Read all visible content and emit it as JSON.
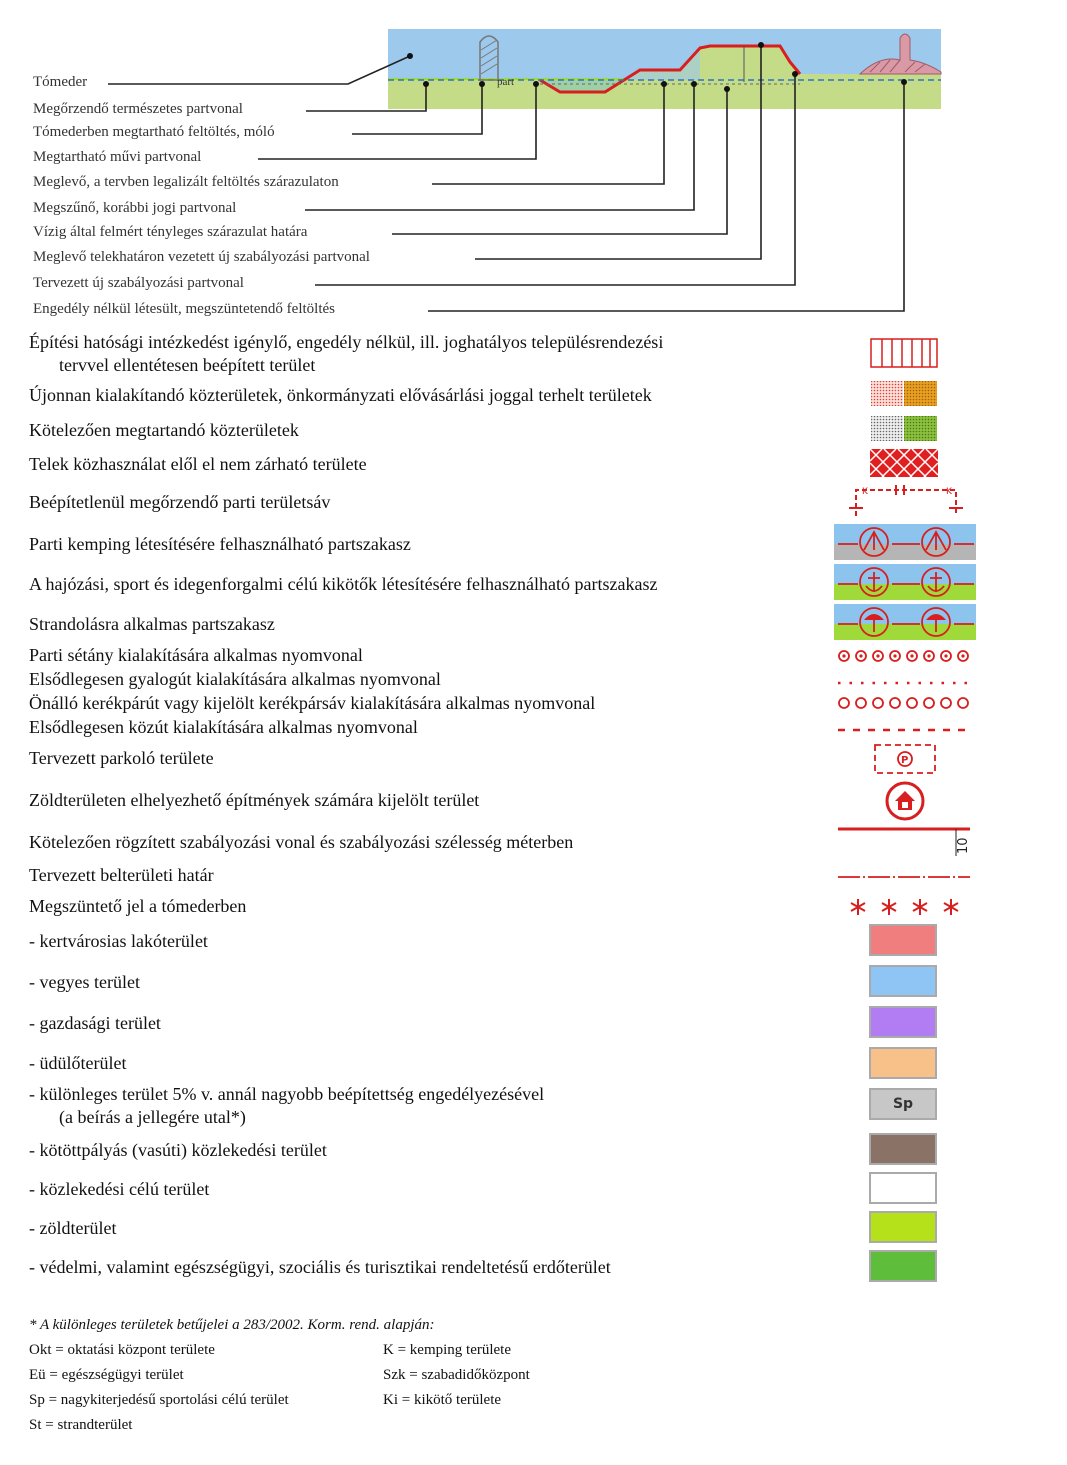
{
  "diagram": {
    "inline_label": "part",
    "labels": [
      "Tómeder",
      "Megőrzendő természetes partvonal",
      "Tómederben megtartható feltöltés, móló",
      "Megtartható művi partvonal",
      "Meglevő, a tervben legalizált feltöltés szárazulaton",
      "Megszűnő, korábbi jogi partvonal",
      "Vízig által felmért tényleges szárazulat határa",
      "Meglevő telekhatáron vezetett új szabályozási partvonal",
      "Tervezett új szabályozási partvonal",
      "Engedély nélkül létesült, megszüntetendő feltöltés"
    ]
  },
  "legend": {
    "rows": [
      {
        "lines": [
          "Építési hatósági intézkedést igénylő, engedély nélkül, ill. joghatályos településrendezési",
          "tervvel ellentétesen beépített terület"
        ],
        "symbol": "red-vertical-hatch"
      },
      {
        "lines": [
          "Újonnan kialakítandó közterületek, önkormányzati elővásárlási joggal terhelt területek"
        ],
        "symbol": "dotted-red-orange-swatch"
      },
      {
        "lines": [
          "Kötelezően megtartandó közterületek"
        ],
        "symbol": "dotted-gray-green-swatch"
      },
      {
        "lines": [
          "Telek közhasználat elől el nem zárható területe"
        ],
        "symbol": "red-crosshatch"
      },
      {
        "lines": [
          "Beépítetlenül megőrzendő parti területsáv"
        ],
        "symbol": "red-dashed-bracket"
      },
      {
        "lines": [
          "Parti kemping létesítésére felhasználható partszakasz"
        ],
        "symbol": "tent-icon"
      },
      {
        "lines": [
          "A hajózási, sport és idegenforgalmi célú kikötők létesítésére felhasználható partszakasz"
        ],
        "symbol": "anchor-icon"
      },
      {
        "lines": [
          "Strandolásra alkalmas partszakasz"
        ],
        "symbol": "umbrella-icon"
      },
      {
        "lines": [
          "Parti sétány kialakítására alkalmas nyomvonal"
        ],
        "symbol": "red-circle-dot-line"
      },
      {
        "lines": [
          "Elsődlegesen gyalogút kialakítására alkalmas nyomvonal"
        ],
        "symbol": "red-dotted-line"
      },
      {
        "lines": [
          "Önálló kerékpárút vagy kijelölt kerékpársáv kialakítására alkalmas nyomvonal"
        ],
        "symbol": "red-circle-line"
      },
      {
        "lines": [
          "Elsődlegesen közút kialakítására alkalmas nyomvonal"
        ],
        "symbol": "red-dashed-line"
      },
      {
        "lines": [
          "Tervezett parkoló területe"
        ],
        "symbol": "parking-icon"
      },
      {
        "lines": [
          "Zöldterületen elhelyezhető építmények számára kijelölt terület"
        ],
        "symbol": "house-icon"
      },
      {
        "lines": [
          "Kötelezően rögzített szabályozási vonal és szabályozási szélesség méterben"
        ],
        "symbol": "regulation-line",
        "value": "10"
      },
      {
        "lines": [
          "Tervezett belterületi határ"
        ],
        "symbol": "boundary-line"
      },
      {
        "lines": [
          "Megszüntető jel a tómederben"
        ],
        "symbol": "red-asterisks"
      },
      {
        "lines": [
          "- kertvárosias lakóterület"
        ],
        "color": "#f07e7e"
      },
      {
        "lines": [
          "- vegyes terület"
        ],
        "color": "#8ec5f5"
      },
      {
        "lines": [
          "- gazdasági terület"
        ],
        "color": "#b27cf2"
      },
      {
        "lines": [
          "- üdülőterület"
        ],
        "color": "#f9c18a"
      },
      {
        "lines": [
          "- különleges terület 5% v. annál nagyobb beépítettség engedélyezésével",
          "(a beírás a jellegére utal*)"
        ],
        "color": "#c7c7c7",
        "code": "Sp"
      },
      {
        "lines": [
          "- kötöttpályás (vasúti) közlekedési terület"
        ],
        "color": "#8a7266"
      },
      {
        "lines": [
          "- közlekedési célú terület"
        ],
        "color": "#ffffff"
      },
      {
        "lines": [
          "- zöldterület"
        ],
        "color": "#b4e11a"
      },
      {
        "lines": [
          "- védelmi, valamint egészségügyi, szociális és turisztikai rendeltetésű erdőterület"
        ],
        "color": "#5ebd3a"
      }
    ]
  },
  "footnote": {
    "title": "* A különleges területek betűjelei a 283/2002. Korm. rend. alapján:",
    "left": [
      "Okt = oktatási központ területe",
      "Eü = egészségügyi terület",
      "Sp = nagykiterjedésű sportolási célú terület",
      "St = strandterület"
    ],
    "right": [
      "K = kemping területe",
      "Szk = szabadidőközpont",
      "Ki = kikötő területe"
    ]
  }
}
